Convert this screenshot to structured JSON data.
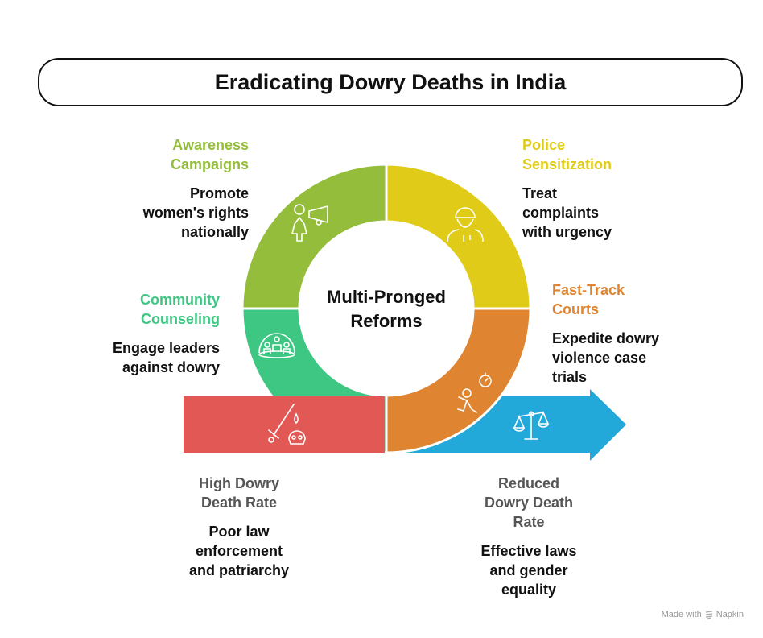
{
  "title": "Eradicating Dowry Deaths in India",
  "center": {
    "line1": "Multi-Pronged",
    "line2": "Reforms"
  },
  "segments": [
    {
      "heading": [
        "Awareness",
        "Campaigns"
      ],
      "desc": [
        "Promote",
        "women's rights",
        "nationally"
      ],
      "color": "#93bd3a",
      "icon": "megaphone-person-icon"
    },
    {
      "heading": [
        "Police",
        "Sensitization"
      ],
      "desc": [
        "Treat",
        "complaints",
        "with urgency"
      ],
      "color": "#e0cb18",
      "icon": "police-officer-icon"
    },
    {
      "heading": [
        "Fast-Track",
        "Courts"
      ],
      "desc": [
        "Expedite dowry",
        "violence case",
        "trials"
      ],
      "color": "#df8430",
      "icon": "running-stopwatch-icon"
    },
    {
      "heading": [
        "Community",
        "Counseling"
      ],
      "desc": [
        "Engage leaders",
        "against dowry"
      ],
      "color": "#3ec683",
      "icon": "community-group-icon"
    }
  ],
  "start": {
    "heading": [
      "High Dowry",
      "Death Rate"
    ],
    "desc": [
      "Poor law",
      "enforcement",
      "and patriarchy"
    ],
    "color": "#e25854",
    "icon": "sword-skull-icon"
  },
  "end": {
    "heading": [
      "Reduced",
      "Dowry Death",
      "Rate"
    ],
    "desc": [
      "Effective laws",
      "and gender",
      "equality"
    ],
    "color": "#22a9da",
    "icon": "scales-icon"
  },
  "footer": {
    "made_with": "Made with",
    "brand": "Napkin"
  }
}
